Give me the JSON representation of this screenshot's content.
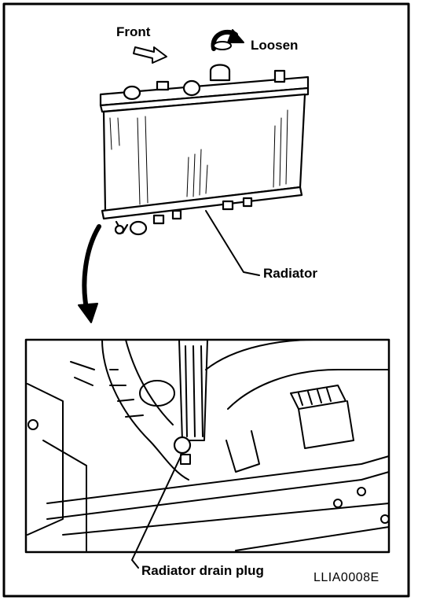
{
  "labels": {
    "front": "Front",
    "loosen": "Loosen",
    "radiator": "Radiator",
    "drain_plug": "Radiator drain plug",
    "figure_code": "LLIA0008E"
  }
}
